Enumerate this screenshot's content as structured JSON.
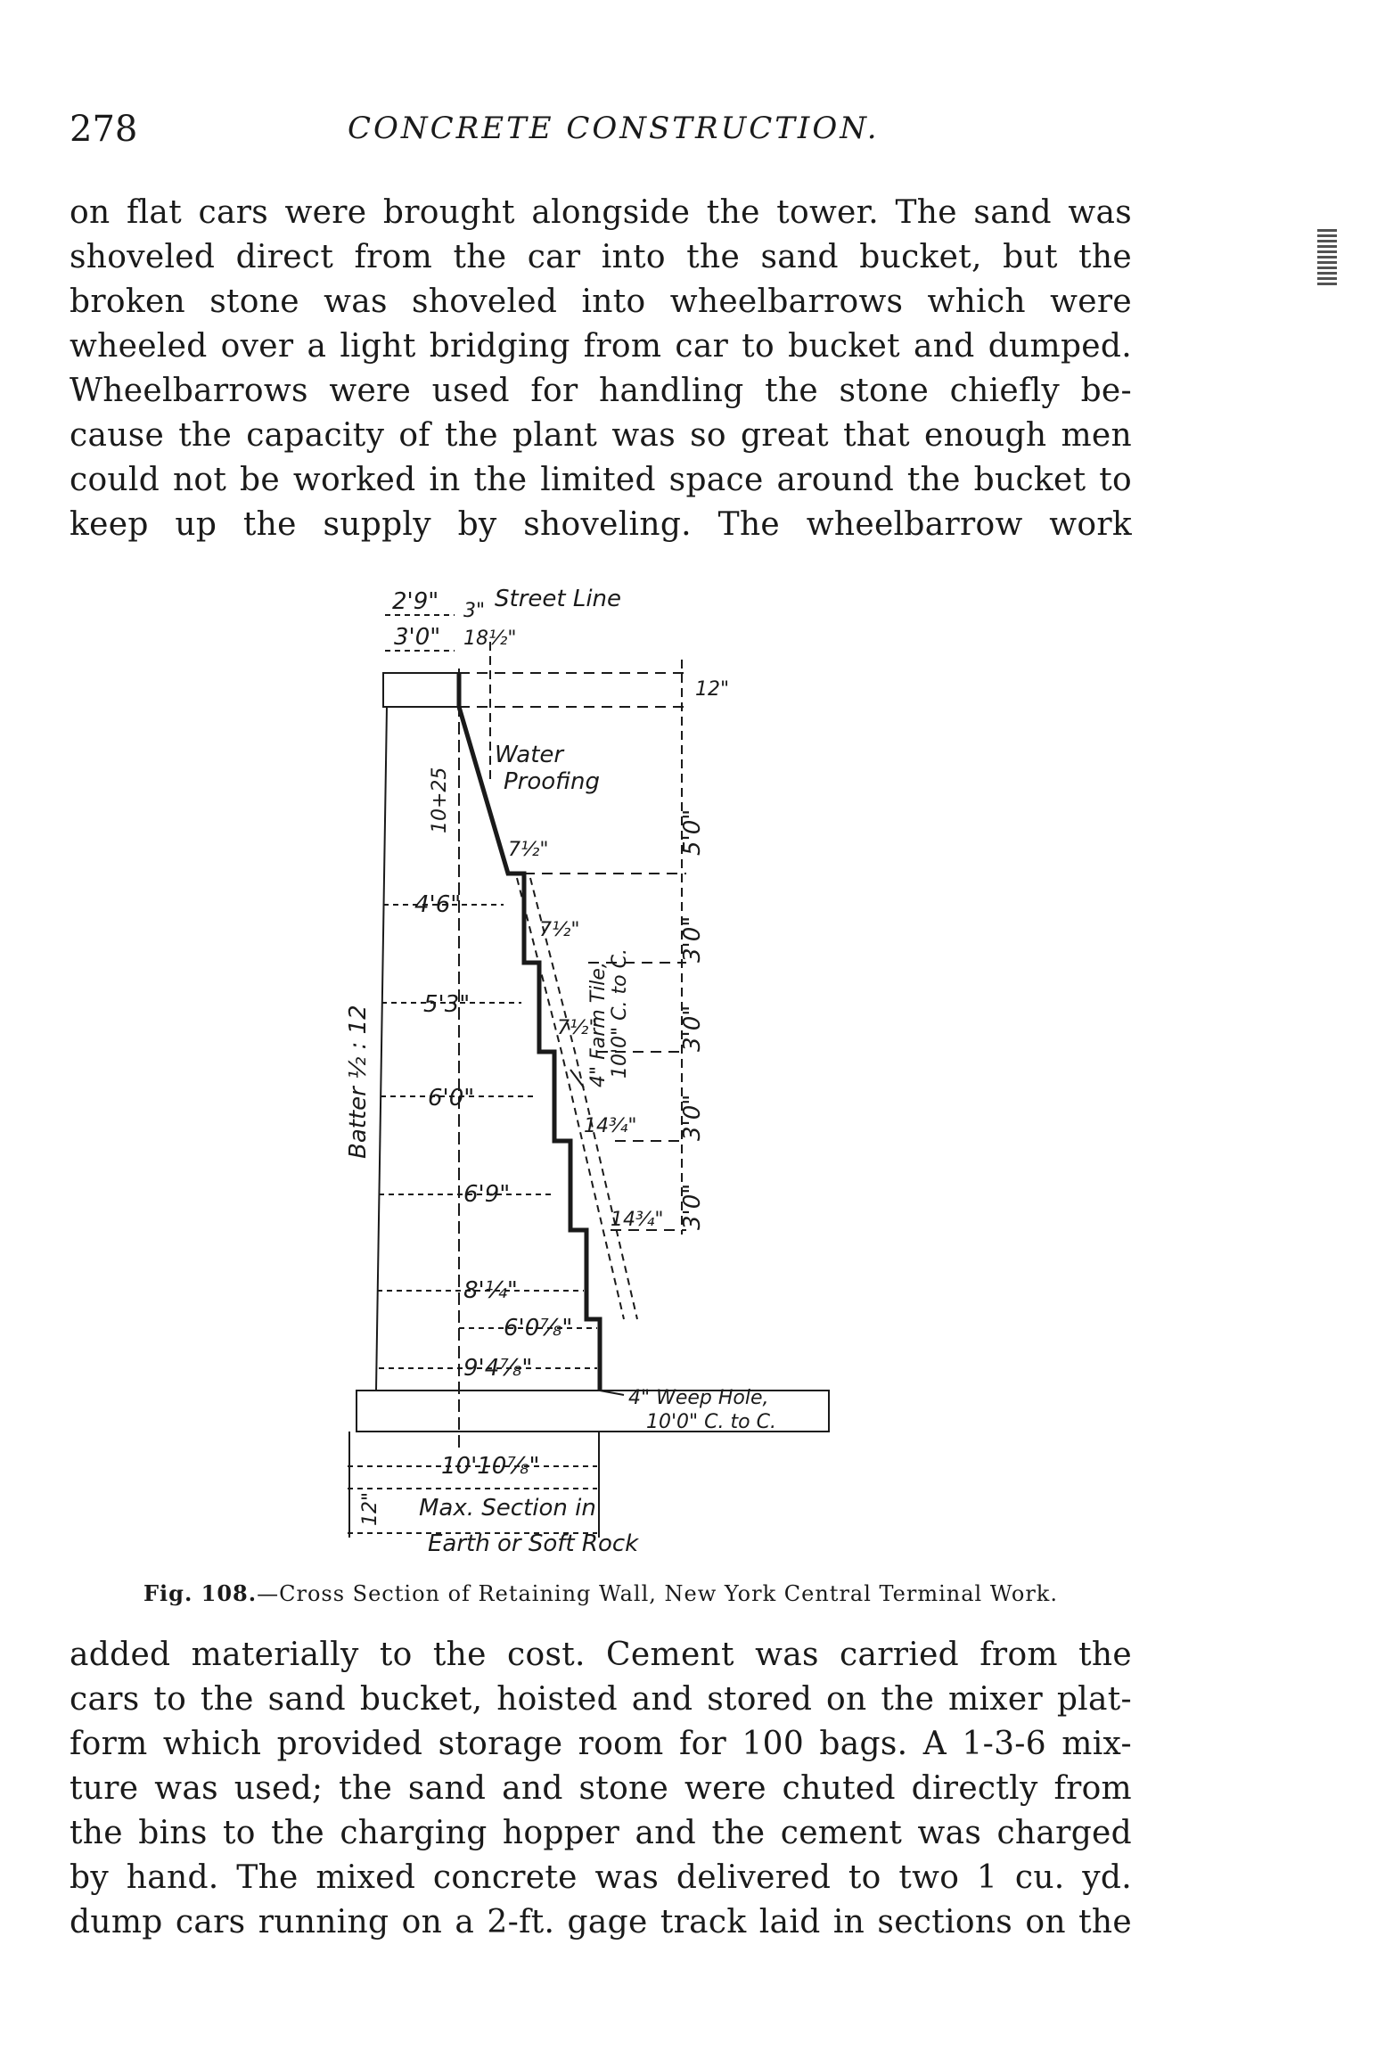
{
  "header": {
    "page_number": "278",
    "running_head": "CONCRETE CONSTRUCTION."
  },
  "body": {
    "paragraph_top": [
      "on flat cars were brought alongside the tower. The sand was",
      "shoveled direct from the car into the sand bucket, but the",
      "broken stone was shoveled into wheelbarrows which were",
      "wheeled over a light bridging from car to bucket and dumped.",
      "Wheelbarrows were used for handling the stone chiefly be-",
      "cause the capacity of the plant was so great that enough men",
      "could not be worked in the limited space around the bucket to",
      "keep up the supply by shoveling. The wheelbarrow work"
    ],
    "paragraph_bottom": [
      "added materially to the cost. Cement was carried from the",
      "cars to the sand bucket, hoisted and stored on the mixer plat-",
      "form which provided storage room for 100 bags. A 1-3-6 mix-",
      "ture was used; the sand and stone were chuted directly from",
      "the bins to the charging hopper and the cement was charged",
      "by hand. The mixed concrete was delivered to two 1 cu. yd.",
      "dump cars running on a 2-ft. gage track laid in sections on the"
    ]
  },
  "figure": {
    "caption_label": "Fig. 108.",
    "caption_text": "—Cross Section of Retaining Wall, New York Central Terminal Work.",
    "labels": {
      "street_line": "Street Line",
      "d_2_9": "2'9\"",
      "d_3": "3\"",
      "d_3_0_top": "3'0\"",
      "d_18_half": "18½\"",
      "d_12_right": "12\"",
      "water_proofing_1": "Water",
      "water_proofing_2": "Proofing",
      "d_10_25": "10+25",
      "d_5_0": "5'0\"",
      "d_7_half_a": "7½\"",
      "d_4_6": "4'6\"",
      "d_7_half_b": "7½\"",
      "farm_tile_1": "4\" Farm Tile,",
      "farm_tile_2": "10'0\" C. to C.",
      "d_3_0_a": "3'0\"",
      "d_5_3": "5'3\"",
      "d_7_half_c": "7½\"",
      "d_3_0_b": "3'0\"",
      "batter": "Batter ½ : 12",
      "d_6_0": "6'0\"",
      "d_3_0_c": "3'0\"",
      "d_14_3q_a": "14¾\"",
      "d_6_9": "6'9\"",
      "d_3_0_d": "3'0\"",
      "d_14_3q_b": "14¾\"",
      "d_8_1q": "8'¼\"",
      "d_6_0_7_8": "6'0⅞\"",
      "d_9_4_7_8": "9'4⅞\"",
      "weep_hole_1": "4\" Weep Hole,",
      "weep_hole_2": "10'0\" C. to C.",
      "d_10_10_7_8": "10'10⅞\"",
      "d_12_bottom": "12\"",
      "max_section_1": "Max. Section in",
      "max_section_2": "Earth or Soft Rock"
    }
  }
}
